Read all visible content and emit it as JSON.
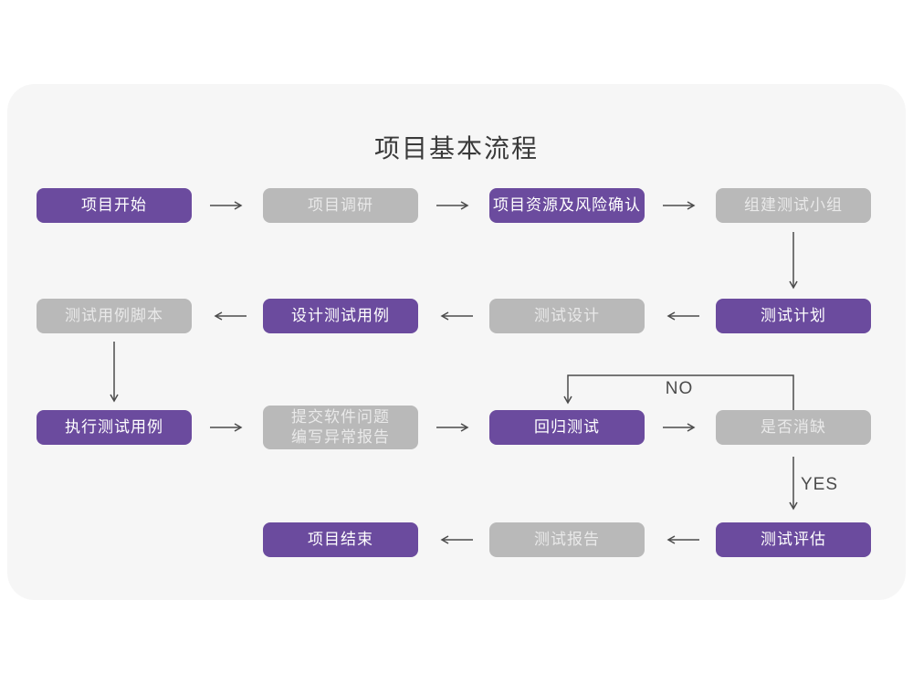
{
  "title": "项目基本流程",
  "colors": {
    "page_bg": "#ffffff",
    "card_bg": "#f6f6f6",
    "purple": "#6b4b9e",
    "gray": "#b9b9b9",
    "text_on_purple": "#ffffff",
    "text_on_gray": "#e9e9e9",
    "arrow": "#4c4c4c",
    "title_color": "#3a3a3a"
  },
  "nodes": [
    {
      "label": "项目开始",
      "variant": "purple"
    },
    {
      "label": "项目调研",
      "variant": "gray"
    },
    {
      "label": "项目资源及风险确认",
      "variant": "purple"
    },
    {
      "label": "组建测试小组",
      "variant": "gray"
    },
    {
      "label": "测试用例脚本",
      "variant": "gray"
    },
    {
      "label": "设计测试用例",
      "variant": "purple"
    },
    {
      "label": "测试设计",
      "variant": "gray"
    },
    {
      "label": "测试计划",
      "variant": "purple"
    },
    {
      "label": "执行测试用例",
      "variant": "purple"
    },
    {
      "label": "提交软件问题\n编写异常报告",
      "variant": "gray"
    },
    {
      "label": "回归测试",
      "variant": "purple"
    },
    {
      "label": "是否消缺",
      "variant": "gray"
    },
    {
      "label": "项目结束",
      "variant": "purple"
    },
    {
      "label": "测试报告",
      "variant": "gray"
    },
    {
      "label": "测试评估",
      "variant": "purple"
    }
  ],
  "edge_labels": {
    "no": "NO",
    "yes": "YES"
  }
}
